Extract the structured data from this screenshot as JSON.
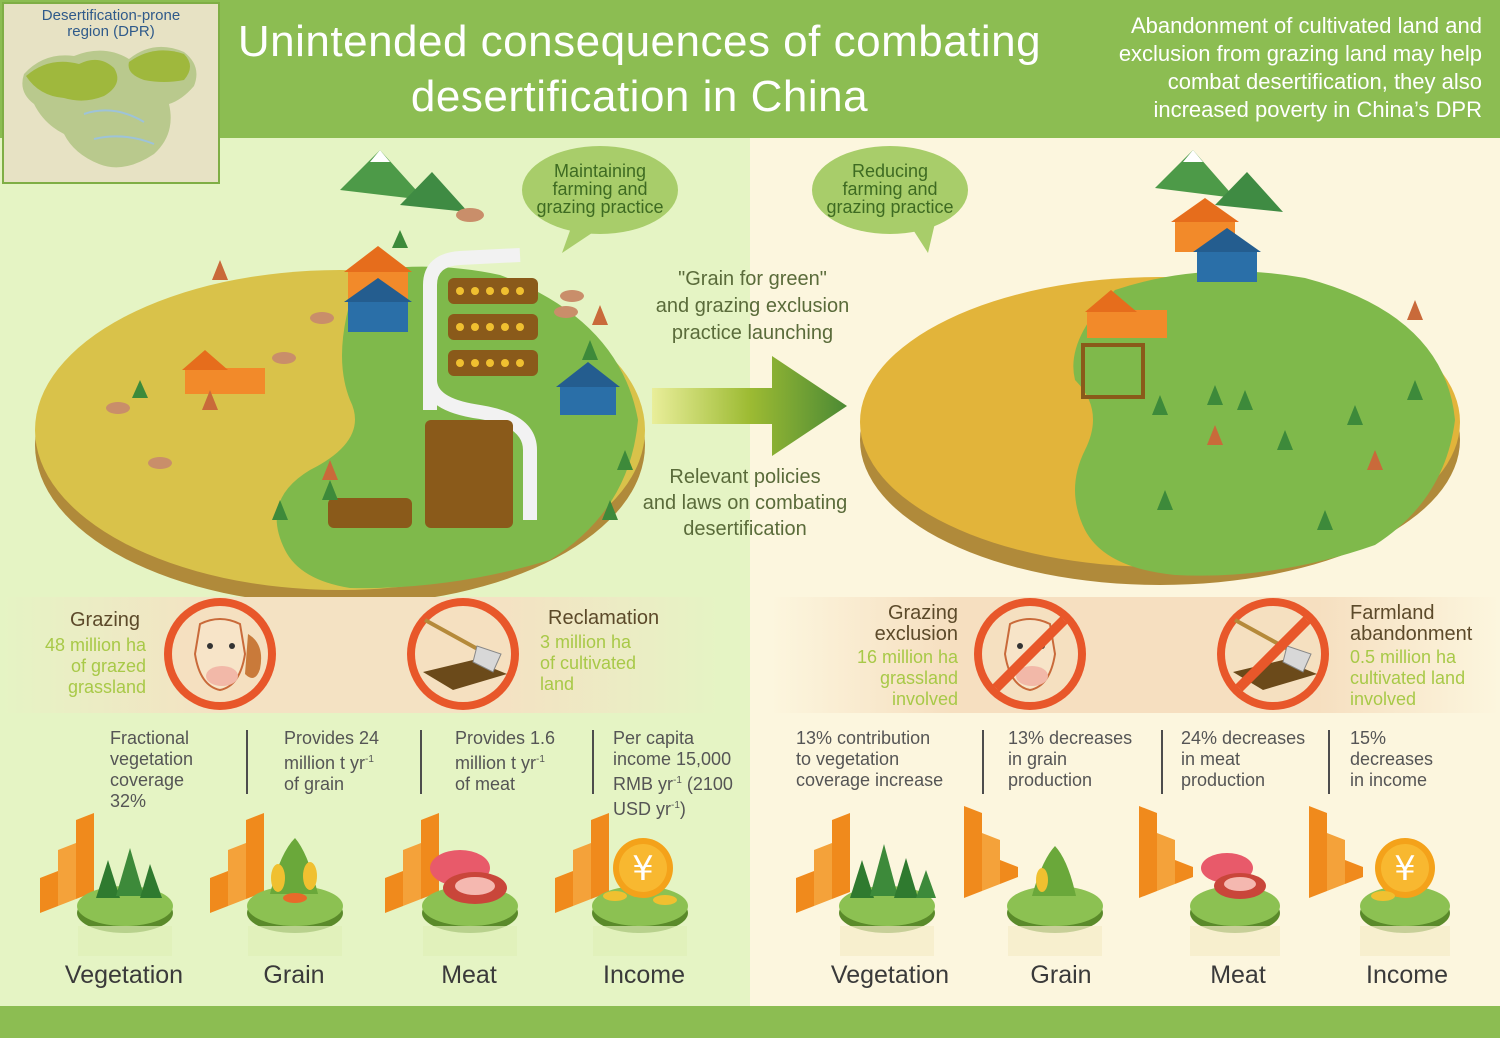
{
  "header": {
    "title_line1": "Unintended consequences of combating",
    "title_line2": "desertification in China",
    "subtitle_line1": "Abandonment of cultivated land and",
    "subtitle_line2": "exclusion from grazing land may help",
    "subtitle_line3": "combat desertification, they also",
    "subtitle_line4": "increased poverty in China’s DPR"
  },
  "inset_map": {
    "label_line1": "Desertification-prone",
    "label_line2": "region (DPR)"
  },
  "scene_left": {
    "bubble_line1": "Maintaining",
    "bubble_line2": "farming and",
    "bubble_line3": "grazing practice"
  },
  "scene_right": {
    "bubble_line1": "Reducing",
    "bubble_line2": "farming and",
    "bubble_line3": "grazing practice"
  },
  "transition": {
    "top_line1": "\"Grain for green\"",
    "top_line2": "and grazing exclusion",
    "top_line3": "practice launching",
    "bottom_line1": "Relevant policies",
    "bottom_line2": "and laws on combating",
    "bottom_line3": "desertification"
  },
  "practices": {
    "grazing": {
      "title": "Grazing",
      "sub_line1": "48 million ha",
      "sub_line2": "of grazed",
      "sub_line3": "grassland"
    },
    "reclamation": {
      "title": "Reclamation",
      "sub_line1": "3 million ha",
      "sub_line2": "of cultivated",
      "sub_line3": "land"
    },
    "grazing_exclusion": {
      "title_line1": "Grazing",
      "title_line2": "exclusion",
      "sub_line1": "16 million ha",
      "sub_line2": "grassland",
      "sub_line3": "involved"
    },
    "farmland_abandonment": {
      "title_line1": "Farmland",
      "title_line2": "abandonment",
      "sub_line1": "0.5 million ha",
      "sub_line2": "cultivated land",
      "sub_line3": "involved"
    }
  },
  "stats_left": {
    "vegetation": {
      "line1": "Fractional",
      "line2": "vegetation",
      "line3": "coverage",
      "line4": "32%"
    },
    "grain": {
      "line1": "Provides 24",
      "line2": "million t yr",
      "line2_sup": "-1",
      "line3": "of grain"
    },
    "meat": {
      "line1": "Provides 1.6",
      "line2": "million t yr",
      "line2_sup": "-1",
      "line3": "of meat"
    },
    "income": {
      "line1": "Per capita",
      "line2": "income 15,000",
      "line3": "RMB yr",
      "line3_sup": "-1",
      "line3_tail": " (2100",
      "line4": "USD yr",
      "line4_sup": "-1",
      "line4_tail": ")"
    }
  },
  "stats_right": {
    "vegetation": {
      "line1": "13% contribution",
      "line2": "to vegetation",
      "line3": "coverage increase"
    },
    "grain": {
      "line1": "13% decreases",
      "line2": "in grain",
      "line3": "production"
    },
    "meat": {
      "line1": "24% decreases",
      "line2": "in meat",
      "line3": "production"
    },
    "income": {
      "line1": "15%",
      "line2": "decreases",
      "line3": "in income"
    }
  },
  "captions": {
    "left": [
      "Vegetation",
      "Grain",
      "Meat",
      "Income"
    ],
    "right": [
      "Vegetation",
      "Grain",
      "Meat",
      "Income"
    ]
  },
  "icons": {
    "yuan_symbol": "¥"
  },
  "colors": {
    "header_green": "#8cbd52",
    "bar_orange": "#f08a1c",
    "prohibit_red": "#e8572a",
    "text_green": "#a8c948"
  }
}
